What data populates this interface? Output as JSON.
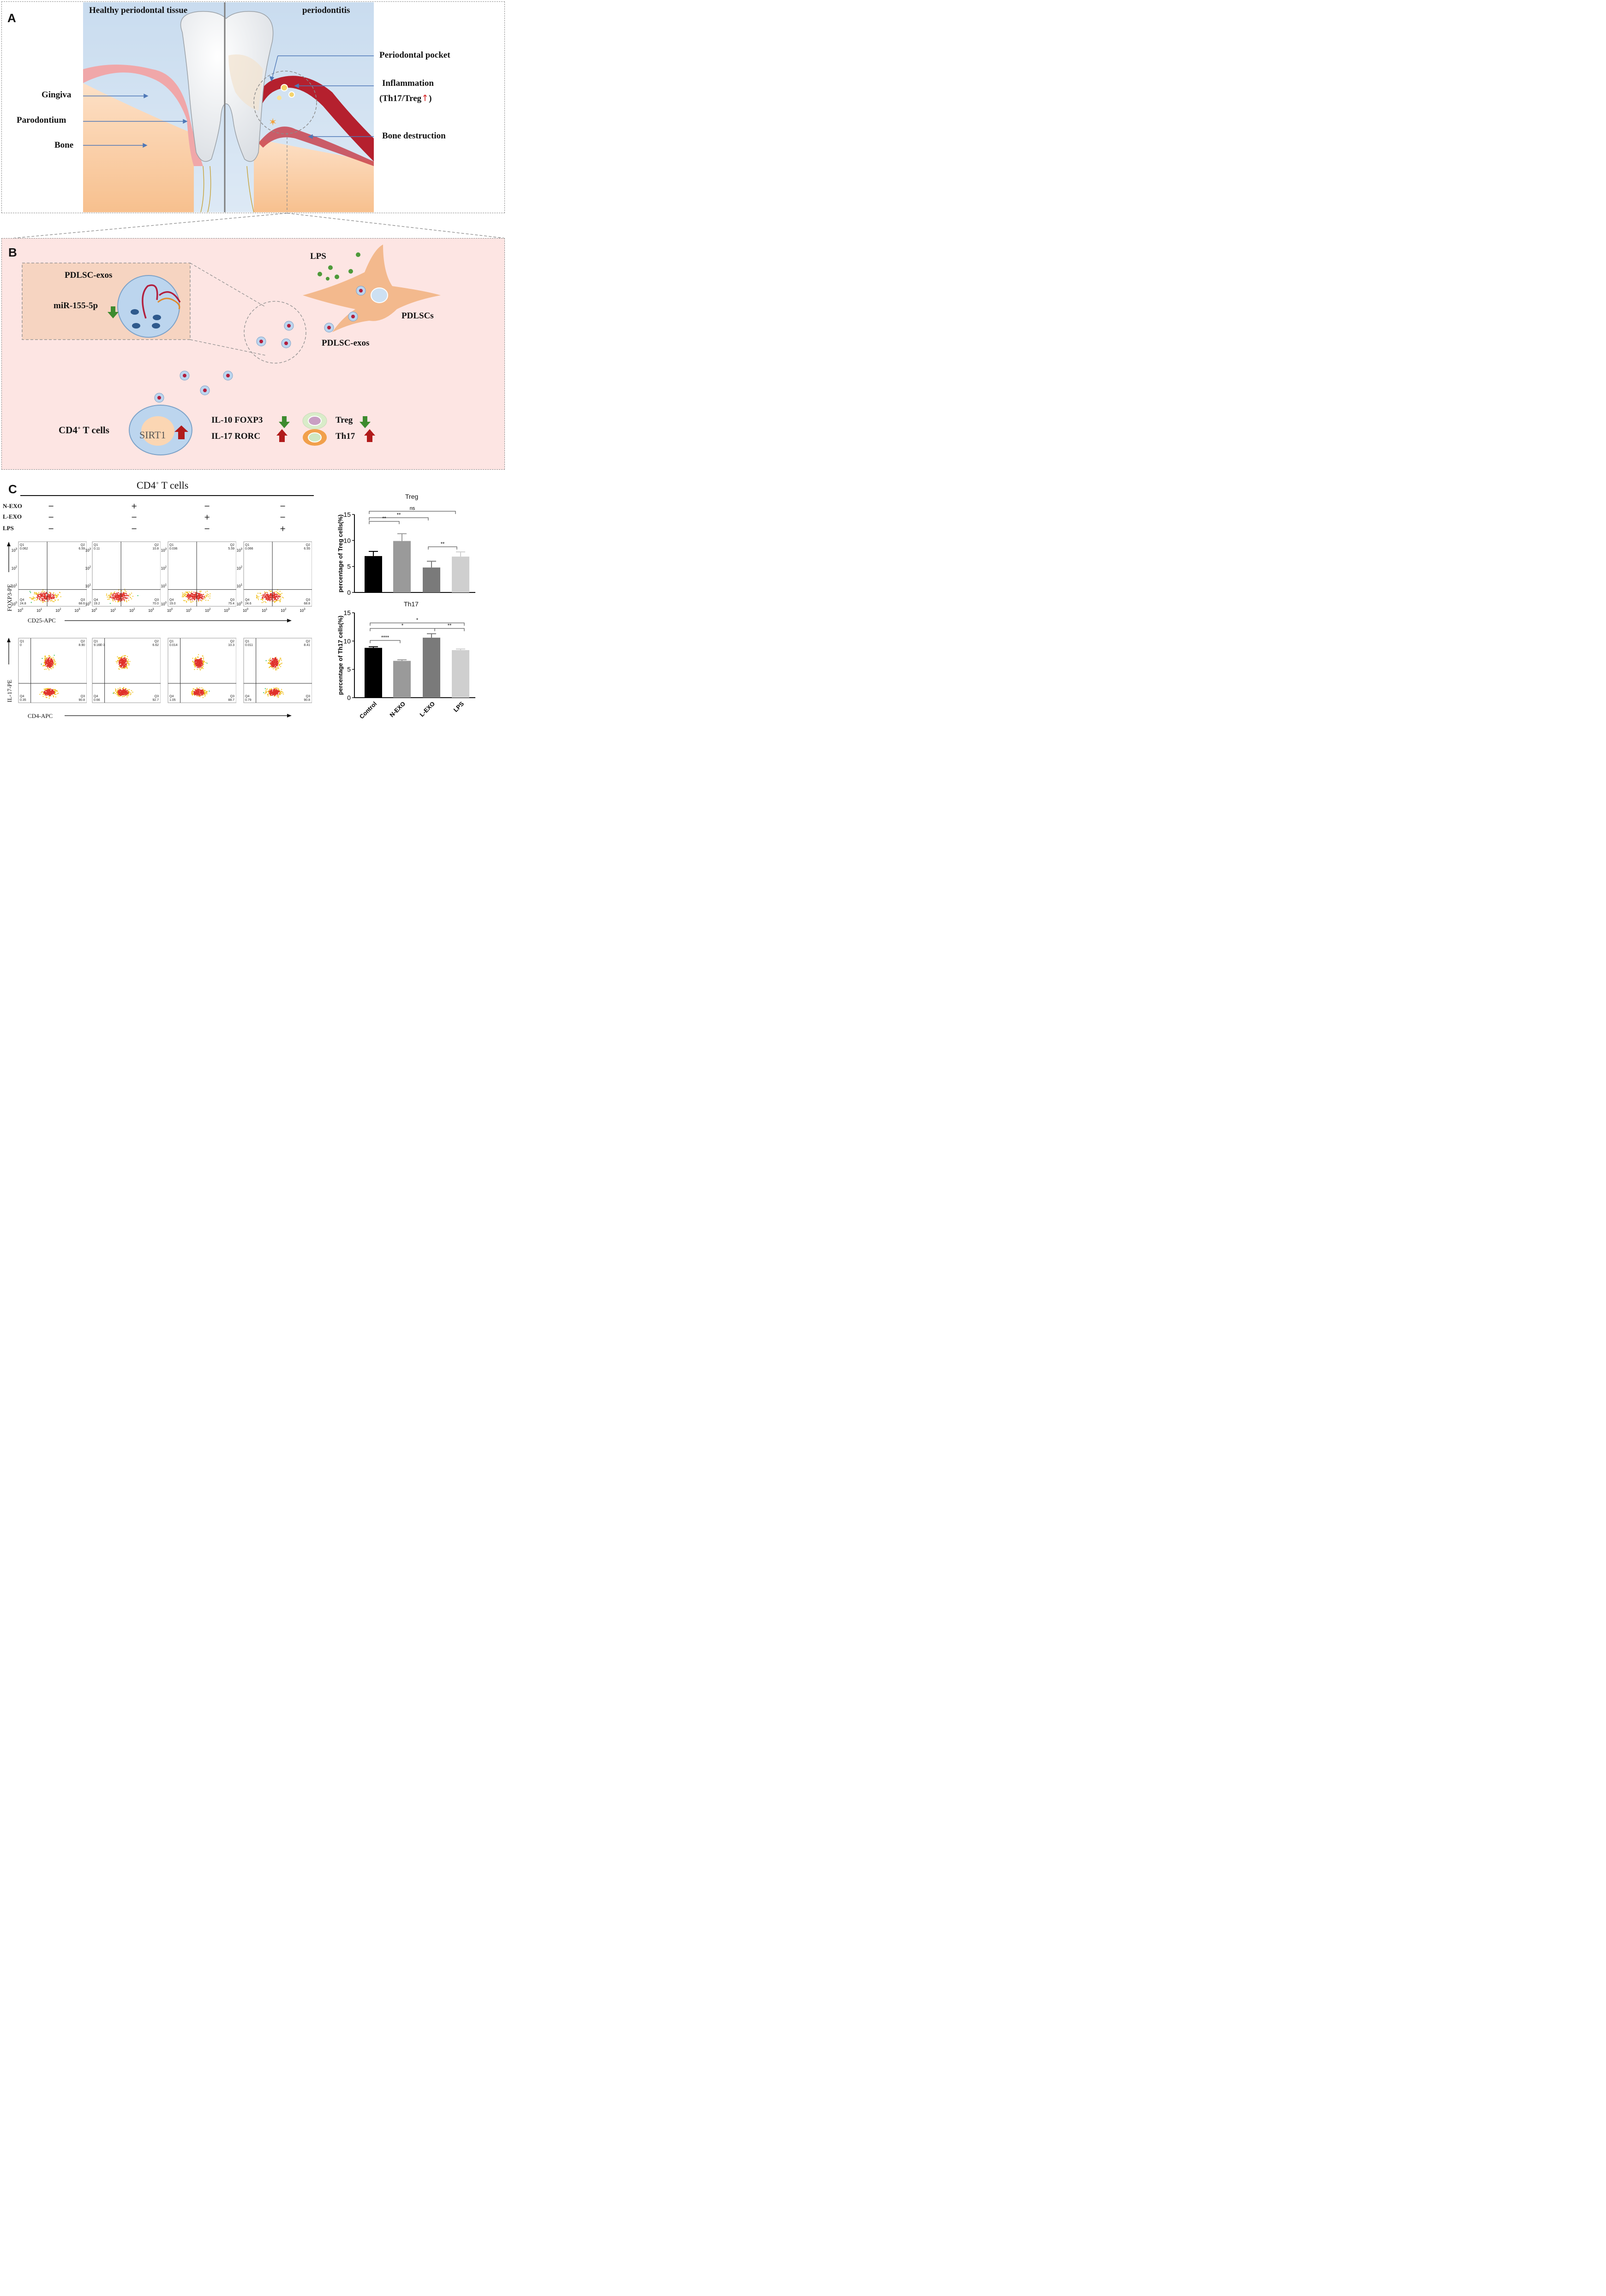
{
  "panel_a": {
    "label": "A",
    "healthy_title": "Healthy periodontal tissue",
    "disease_title": "periodontitis",
    "labels": {
      "gingiva": "Gingiva",
      "parodontium": "Parodontium",
      "bone": "Bone",
      "pocket": "Periodontal pocket",
      "inflammation": "Inflammation",
      "ratio": "(Th17/Treg",
      "ratio_close": ")",
      "bone_destruction": "Bone destruction"
    }
  },
  "panel_b": {
    "label": "B",
    "lps": "LPS",
    "exos_inset": "PDLSC-exos",
    "mir": "miR-155-5p",
    "pdlscs": "PDLSCs",
    "exos_main": "PDLSC-exos",
    "cd4_main": "CD4",
    "cd4_sup": "+",
    "cd4_rest": " T cells",
    "sirt1": "SIRT1",
    "il10": "IL-10 FOXP3",
    "il17": "IL-17 RORC",
    "treg": "Treg",
    "th17": "Th17"
  },
  "panel_c": {
    "label": "C",
    "header_main": "CD4",
    "header_sup": "+",
    "header_rest": " T cells",
    "row_labels": [
      "N-EXO",
      "L-EXO",
      "LPS"
    ],
    "signs": [
      [
        "−",
        "+",
        "−",
        "−"
      ],
      [
        "−",
        "−",
        "+",
        "−"
      ],
      [
        "−",
        "−",
        "−",
        "+"
      ]
    ],
    "row1_y_axis": "FOXP3-PE",
    "row1_x_axis": "CD25-APC",
    "row2_y_axis": "IL-17-PE",
    "row2_x_axis": "CD4-APC",
    "row1_quadrants": [
      {
        "q1": "0.062",
        "q2": "6.59",
        "q3": "68.6",
        "q4": "24.8"
      },
      {
        "q1": "0.11",
        "q2": "10.8",
        "q3": "70.0",
        "q4": "19.2"
      },
      {
        "q1": "0.036",
        "q2": "5.59",
        "q3": "75.4",
        "q4": "19.0"
      },
      {
        "q1": "0.066",
        "q2": "6.55",
        "q3": "68.8",
        "q4": "24.6"
      }
    ],
    "row2_quadrants": [
      {
        "q1": "0",
        "q2": "8.90",
        "q3": "90.8",
        "q4": "0.35"
      },
      {
        "q1": "9.16E-3",
        "q2": "6.62",
        "q3": "92.7",
        "q4": "0.66"
      },
      {
        "q1": "0.014",
        "q2": "10.3",
        "q3": "88.7",
        "q4": "1.05"
      },
      {
        "q1": "0.011",
        "q2": "8.41",
        "q3": "90.8",
        "q4": "0.79"
      }
    ],
    "quad_names": [
      "Q1",
      "Q2",
      "Q3",
      "Q4"
    ],
    "decade_ticks": [
      "10",
      "10",
      "10",
      "10"
    ],
    "decade_exps": [
      "0",
      "1",
      "2",
      "3"
    ]
  },
  "chart_data": [
    {
      "type": "bar",
      "title": "Treg",
      "ylabel": "percentage of Treg cells(%)",
      "categories": [
        "Control",
        "N-EXO",
        "L-EXO",
        "LPS"
      ],
      "values": [
        7.0,
        9.9,
        4.8,
        6.9
      ],
      "errors": [
        0.9,
        1.4,
        1.2,
        0.9
      ],
      "colors": [
        "#000000",
        "#9a9a9a",
        "#7a7a7a",
        "#cfcfcf"
      ],
      "ylim": [
        0,
        15
      ],
      "yticks": [
        "0",
        "5",
        "10",
        "15"
      ],
      "significance": [
        "**",
        "**",
        "ns",
        "**"
      ]
    },
    {
      "type": "bar",
      "title": "Th17",
      "ylabel": "percentage of Th17 cells(%)",
      "categories": [
        "Control",
        "N-EXO",
        "L-EXO",
        "LPS"
      ],
      "values": [
        8.8,
        6.5,
        10.6,
        8.4
      ],
      "errors": [
        0.2,
        0.2,
        0.7,
        0.2
      ],
      "colors": [
        "#000000",
        "#9a9a9a",
        "#7a7a7a",
        "#cfcfcf"
      ],
      "ylim": [
        0,
        15
      ],
      "yticks": [
        "0",
        "5",
        "10",
        "15"
      ],
      "significance": [
        "****",
        "*",
        "**",
        "*"
      ]
    }
  ]
}
